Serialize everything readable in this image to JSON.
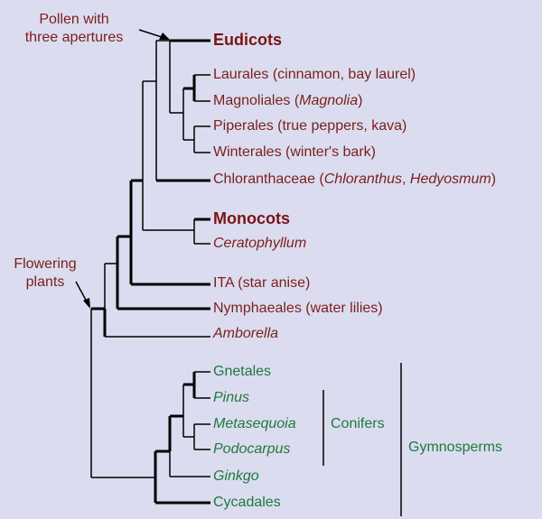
{
  "annotations": {
    "pollen_line1": "Pollen with",
    "pollen_line2": "three apertures",
    "flowering_line1": "Flowering",
    "flowering_line2": "plants"
  },
  "taxa": {
    "eudicots": "Eudicots",
    "laurales": "Laurales (cinnamon, bay laurel)",
    "magnoliales_a": "Magnoliales (",
    "magnoliales_b": "Magnolia",
    "magnoliales_c": ")",
    "piperales": "Piperales (true peppers, kava)",
    "winterales": "Winterales (winter's bark)",
    "chloranthaceae_a": "Chloranthaceae (",
    "chloranthaceae_b": "Chloranthus",
    "chloranthaceae_c": ", ",
    "chloranthaceae_d": "Hedyosmum",
    "chloranthaceae_e": ")",
    "monocots": "Monocots",
    "ceratophyllum": "Ceratophyllum",
    "ita": "ITA (star anise)",
    "nymphaeales": "Nymphaeales (water lilies)",
    "amborella": "Amborella",
    "gnetales": "Gnetales",
    "pinus": "Pinus",
    "metasequoia": "Metasequoia",
    "podocarpus": "Podocarpus",
    "ginkgo": "Ginkgo",
    "cycadales": "Cycadales"
  },
  "groups": {
    "conifers": "Conifers",
    "gymnosperms": "Gymnosperms"
  },
  "colors": {
    "angiosperm_text": "#7a1f1a",
    "gymnosperm_text": "#1c7a3c",
    "background": "#dcdcf0",
    "lines": "#000000"
  }
}
